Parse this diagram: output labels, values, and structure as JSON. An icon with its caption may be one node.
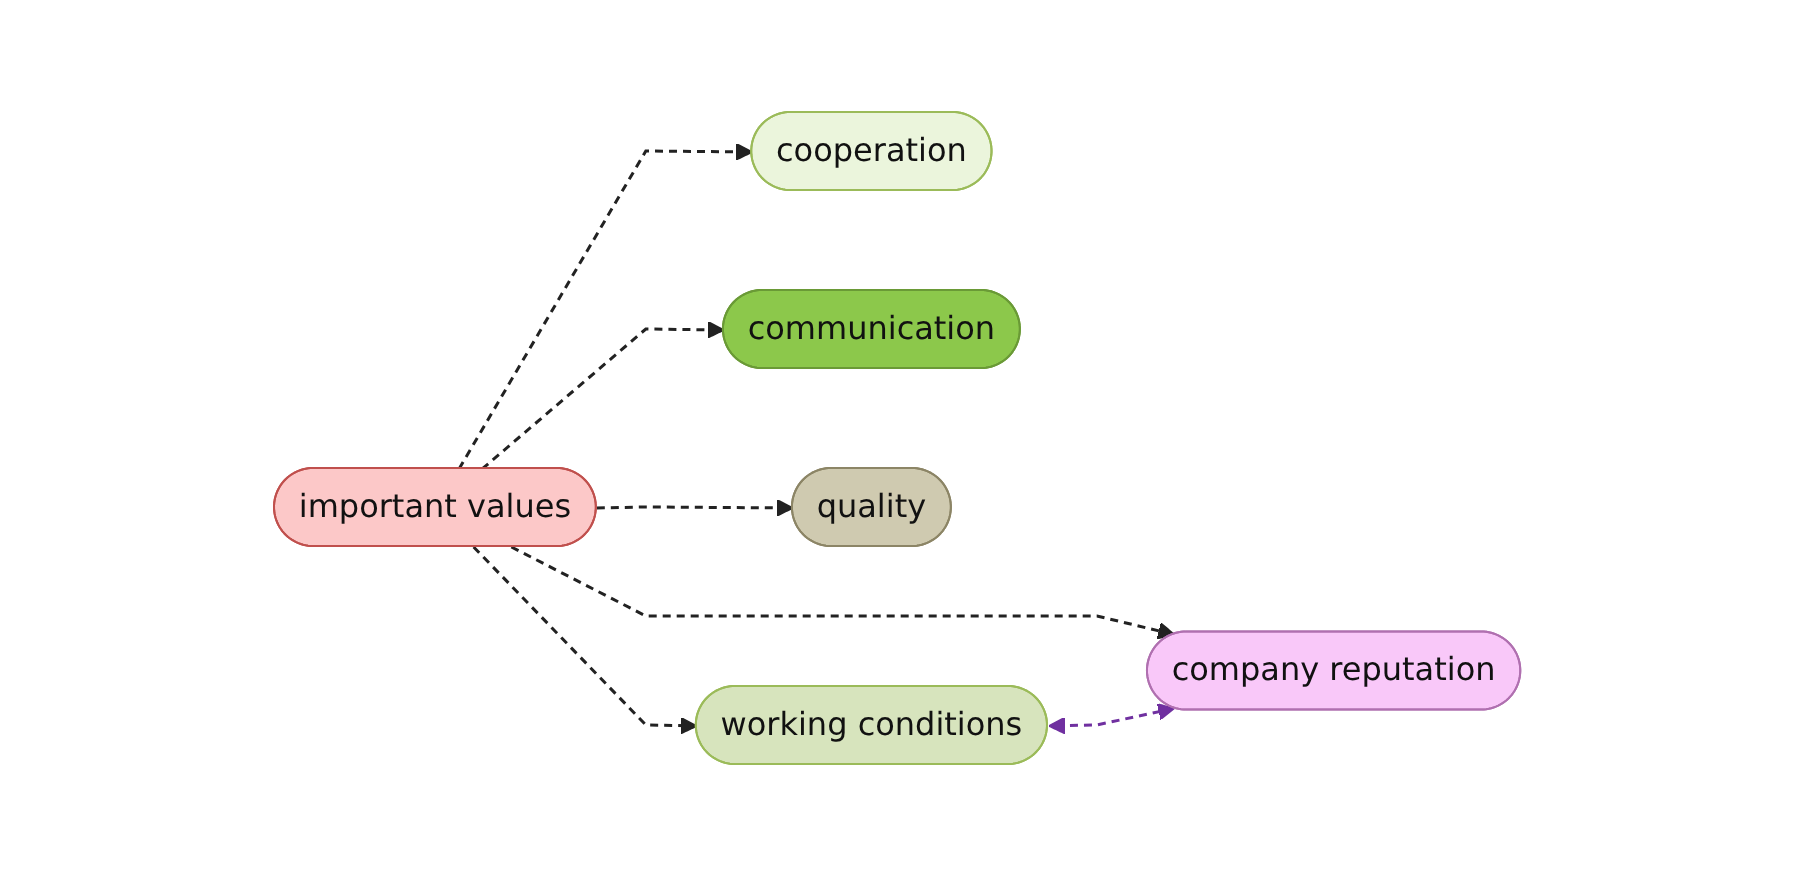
{
  "diagram": {
    "nodes": [
      {
        "text": [
          "cooperation"
        ]
      },
      {
        "text": [
          "communication"
        ]
      },
      {
        "text": [
          "important values"
        ]
      },
      {
        "text": [
          "quality"
        ]
      },
      {
        "text": [
          "working conditions"
        ]
      },
      {
        "text": [
          "company reputation"
        ]
      }
    ],
    "edges": [
      {
        "from": 2,
        "to": 0,
        "arrow": "to",
        "style": "dashed"
      },
      {
        "from": 2,
        "to": 1,
        "arrow": "to",
        "style": "dashed"
      },
      {
        "from": 2,
        "to": 3,
        "arrow": "to",
        "style": "dashed"
      },
      {
        "from": 2,
        "to": 4,
        "arrow": "to",
        "style": "dashed"
      },
      {
        "from": 2,
        "to": 5,
        "arrow": "to",
        "style": "dashed"
      },
      {
        "from": 4,
        "to": 5,
        "arrow": "both",
        "style": "dashed",
        "color": "#7030a0"
      }
    ]
  }
}
